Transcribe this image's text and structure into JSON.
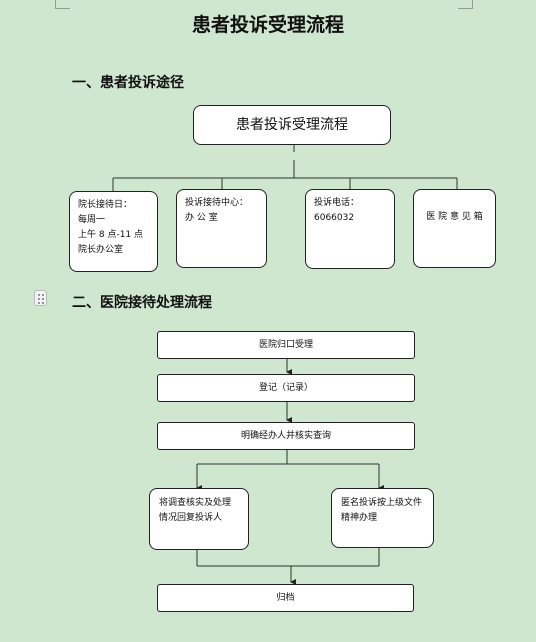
{
  "title": "患者投诉受理流程",
  "section1": {
    "heading": "一、患者投诉途径",
    "root_box": "患者投诉受理流程",
    "boxes": [
      {
        "text": "院长接待日：\n每周一\n上午 8 点-11 点\n院长办公室"
      },
      {
        "text": "投诉接待中心：\n办      公      室"
      },
      {
        "text": "投诉电话：\n6066032"
      },
      {
        "text": "医 院 意 见 箱"
      }
    ]
  },
  "section2": {
    "heading": "二、医院接待处理流程",
    "steps": [
      "医院归口受理",
      "登记（记录）",
      "明确经办人并核实查询"
    ],
    "branches": [
      "将调查核实及处理情况回复投诉人",
      "匿名投诉按上级文件精神办理"
    ],
    "final": "归档"
  }
}
